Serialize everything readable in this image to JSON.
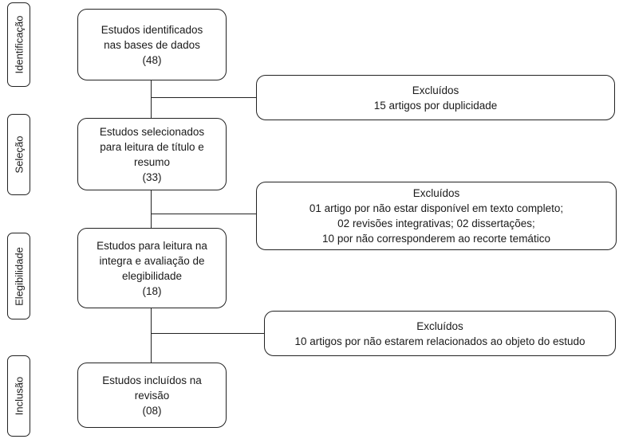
{
  "stages": {
    "identificacao": "Identificação",
    "selecao": "Seleção",
    "elegibilidade": "Elegibilidade",
    "inclusao": "Inclusão"
  },
  "main_boxes": {
    "identified": [
      "Estudos identificados",
      "nas bases de dados",
      "(48)"
    ],
    "selected": [
      "Estudos selecionados",
      "para leitura de título e",
      "resumo",
      "(33)"
    ],
    "eligibility": [
      "Estudos para leitura na",
      "integra e avaliação de",
      "elegibilidade",
      "(18)"
    ],
    "included": [
      "Estudos incluídos na",
      "revisão",
      "(08)"
    ]
  },
  "excluded_boxes": {
    "duplicates": [
      "Excluídos",
      "15 artigos por duplicidade"
    ],
    "screening": [
      "Excluídos",
      "01 artigo por não estar disponível em texto completo;",
      "02  revisões integrativas; 02 dissertações;",
      "10 por não corresponderem  ao recorte temático"
    ],
    "eligibility": [
      "Excluídos",
      "10 artigos por não estarem relacionados ao objeto do estudo"
    ]
  }
}
